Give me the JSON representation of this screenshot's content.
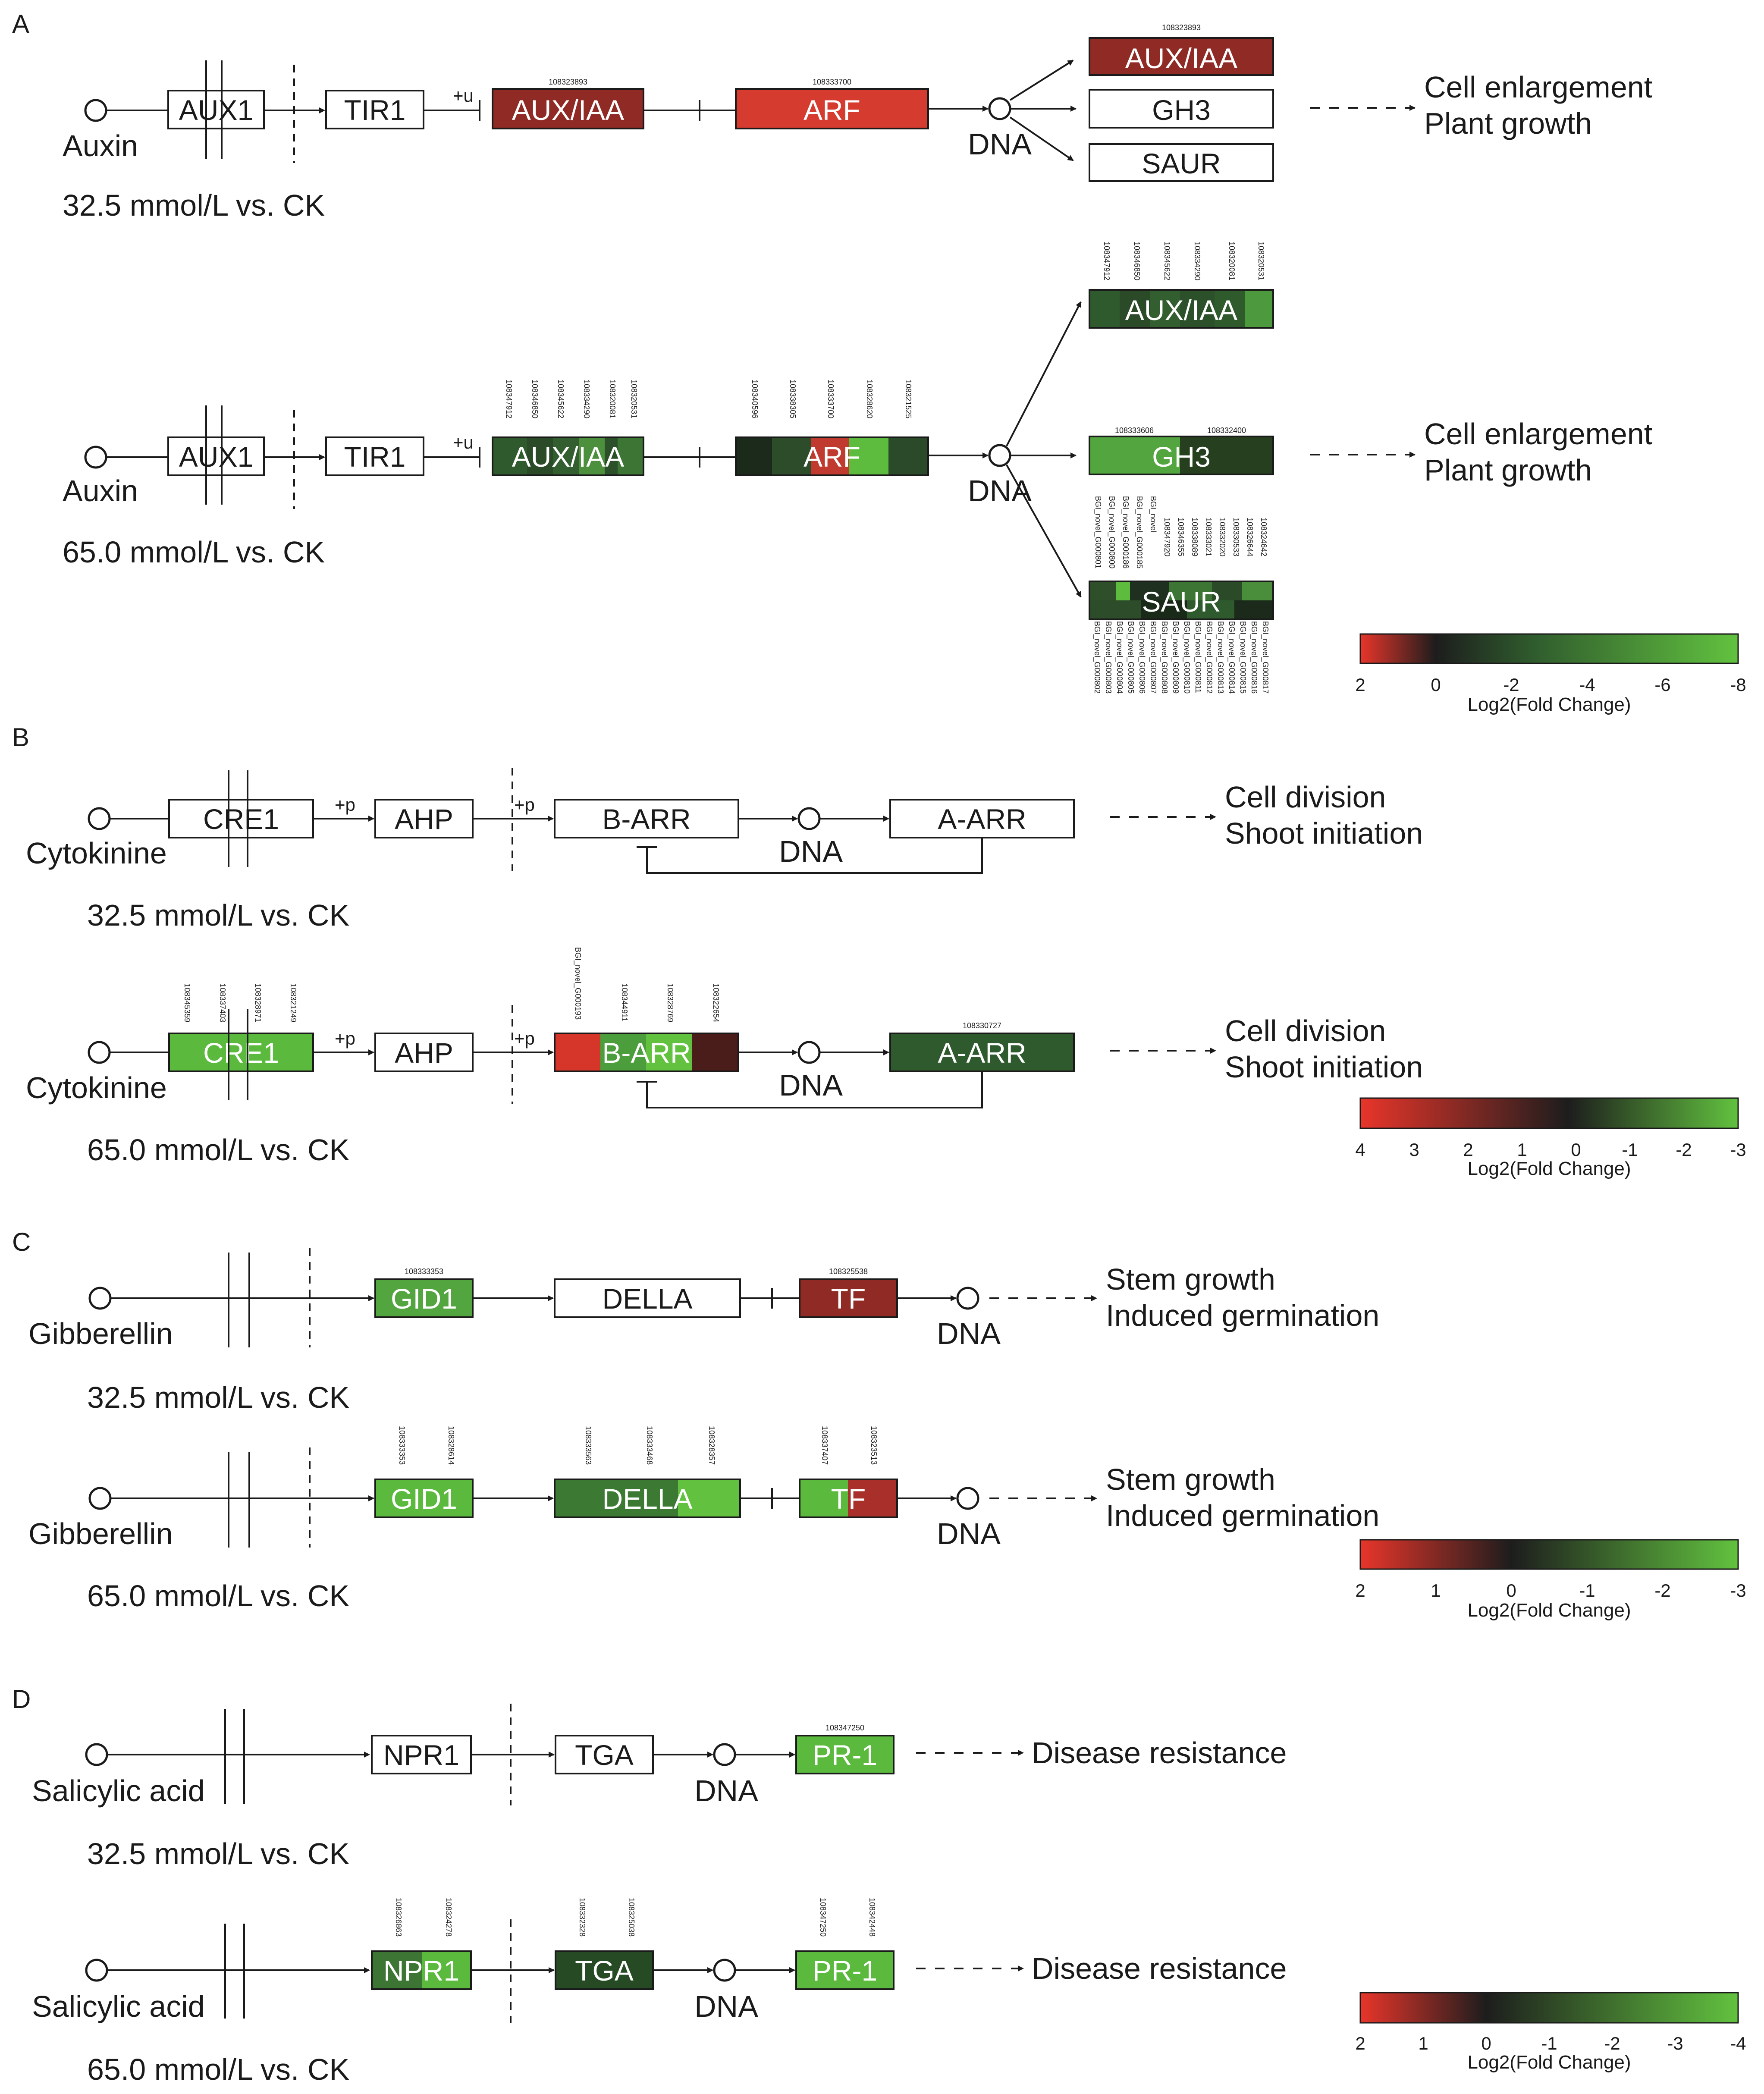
{
  "panels": {
    "A": {
      "letter": "A",
      "molecule": "Auxin",
      "box_aux1": "AUX1",
      "box_tir1": "TIR1",
      "mod_u": "+u",
      "box_auxiaa": "AUX/IAA",
      "box_arf": "ARF",
      "dna": "DNA",
      "box_gh3": "GH3",
      "box_saur": "SAUR",
      "outcome1": "Cell enlargement",
      "outcome2": "Plant growth",
      "cond1": "32.5 mmol/L vs. CK",
      "cond2": "65.0 mmol/L vs. CK",
      "ids_r1_auxiaa": "108323893",
      "ids_r1_arf": "108333700",
      "ids_r1_out": "108323893",
      "ids_r2_auxiaa": [
        "108347912",
        "108346850",
        "108345622",
        "108334290",
        "108320081",
        "108320531"
      ],
      "ids_r2_arf": [
        "108340596",
        "108338305",
        "108333700",
        "108328620",
        "108321525"
      ],
      "ids_r2_out_auxiaa": [
        "108347912",
        "108346850",
        "108345622",
        "108334290",
        "108320081",
        "108320531"
      ],
      "ids_r2_gh3": [
        "108333606",
        "108332400"
      ],
      "ids_r2_saur_top": [
        "BGI_novel_G000801",
        "BGI_novel_G000800",
        "BGI_novel_G000186",
        "BGI_novel_G000185",
        "BGI_novel",
        "108347920",
        "108346355",
        "108338089",
        "108333021",
        "108332020",
        "108330533",
        "108326644",
        "108324642"
      ],
      "ids_r2_saur_bottom": [
        "BGI_novel_G000802",
        "BGI_novel_G000803",
        "BGI_novel_G000804",
        "BGI_novel_G000805",
        "BGI_novel_G000806",
        "BGI_novel_G000807",
        "BGI_novel_G000808",
        "BGI_novel_G000809",
        "BGI_novel_G000810",
        "BGI_novel_G000811",
        "BGI_novel_G000812",
        "BGI_novel_G000813",
        "BGI_novel_G000814",
        "BGI_novel_G000815",
        "BGI_novel_G000816",
        "BGI_novel_G000817"
      ],
      "legend_ticks": [
        "2",
        "0",
        "-2",
        "-4",
        "-6",
        "-8"
      ]
    },
    "B": {
      "letter": "B",
      "molecule": "Cytokinine",
      "box_cre1": "CRE1",
      "mod_p": "+p",
      "box_ahp": "AHP",
      "mod_p2": "+p",
      "box_barr": "B-ARR",
      "dna": "DNA",
      "box_aarr": "A-ARR",
      "outcome1": "Cell division",
      "outcome2": "Shoot initiation",
      "cond1": "32.5 mmol/L vs. CK",
      "cond2": "65.0 mmol/L vs. CK",
      "ids_cre1": [
        "108345359",
        "108337403",
        "108328971",
        "108321249"
      ],
      "ids_barr": [
        "BGI_novel_G000193",
        "108344911",
        "108328769",
        "108322654"
      ],
      "ids_aarr": "108330727",
      "legend_ticks": [
        "4",
        "3",
        "2",
        "1",
        "0",
        "-1",
        "-2",
        "-3"
      ]
    },
    "C": {
      "letter": "C",
      "molecule": "Gibberellin",
      "box_gid1": "GID1",
      "box_della": "DELLA",
      "box_tf": "TF",
      "dna": "DNA",
      "outcome1": "Stem growth",
      "outcome2": "Induced germination",
      "cond1": "32.5 mmol/L vs. CK",
      "cond2": "65.0 mmol/L vs. CK",
      "ids_r1_gid1": "108333353",
      "ids_r1_tf": "108325538",
      "ids_r2_gid1": [
        "108333353",
        "108328614"
      ],
      "ids_r2_della": [
        "108333563",
        "108333468",
        "108328357"
      ],
      "ids_r2_tf": [
        "108337407",
        "108323513"
      ],
      "legend_ticks": [
        "2",
        "1",
        "0",
        "-1",
        "-2",
        "-3"
      ]
    },
    "D": {
      "letter": "D",
      "molecule": "Salicylic acid",
      "box_npr1": "NPR1",
      "box_tga": "TGA",
      "dna": "DNA",
      "box_pr1": "PR-1",
      "outcome": "Disease resistance",
      "cond1": "32.5 mmol/L vs. CK",
      "cond2": "65.0 mmol/L vs. CK",
      "ids_r1_pr1": "108347250",
      "ids_r2_npr1": [
        "108326863",
        "108324278"
      ],
      "ids_r2_tga": [
        "108332328",
        "108325038"
      ],
      "ids_r2_pr1": [
        "108347250",
        "108342448"
      ],
      "legend_ticks": [
        "2",
        "1",
        "0",
        "-1",
        "-2",
        "-3",
        "-4"
      ]
    }
  },
  "legend_label": "Log2(Fold Change)",
  "colors": {
    "red_up": "#e8352a",
    "dark_red": "#8f2a25",
    "dark_green": "#2f5a2d",
    "mid_green": "#4f9a3f",
    "bright_green": "#62c23f",
    "black": "#1d1d1d"
  }
}
